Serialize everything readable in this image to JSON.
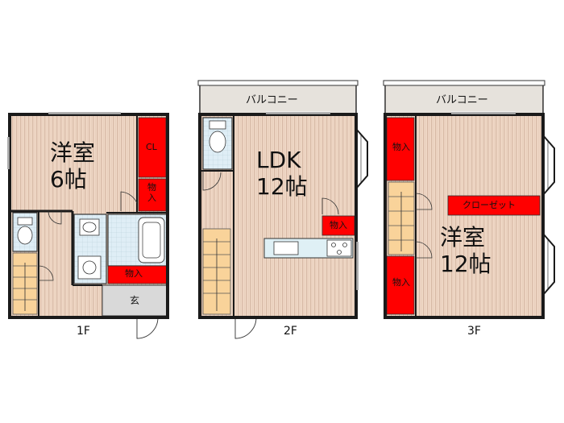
{
  "floor_1": {
    "floor_label": "1F",
    "room_name": "洋室",
    "room_size": "6帖",
    "closet_label": "CL",
    "storage_a": "物入",
    "storage_b": "物入",
    "entrance_label": "玄"
  },
  "floor_2": {
    "floor_label": "2F",
    "balcony_label": "バルコニー",
    "room_name": "LDK",
    "room_size": "12帖",
    "storage_label": "物入"
  },
  "floor_3": {
    "floor_label": "3F",
    "balcony_label": "バルコニー",
    "room_name": "洋室",
    "room_size": "12帖",
    "storage_top": "物入",
    "storage_bottom": "物入",
    "closet_label": "クローゼット"
  },
  "colors": {
    "wall": "#1a1a1a",
    "floor_wood": "#f2dbc9",
    "floor_stripe": "#c9a993",
    "storage_red": "#ff0000",
    "stairs": "#f9d39a",
    "balcony": "#e6e2dc",
    "wet_area": "#dfeef6"
  }
}
